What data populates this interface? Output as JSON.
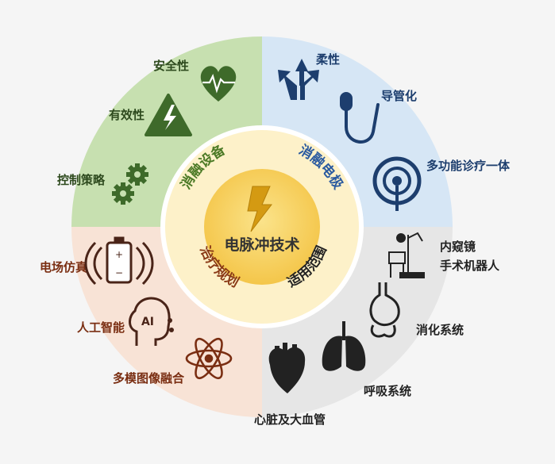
{
  "center": {
    "title": "电脉冲技术"
  },
  "ring": {
    "ablation_device": "消融设备",
    "ablation_electrode": "消融电极",
    "treatment_planning": "治疗规划",
    "application_scope": "适用范围"
  },
  "quadrants": {
    "device": {
      "color": "#c7e0b0",
      "text_color": "#2e4a1e",
      "items": [
        "安全性",
        "有效性",
        "控制策略"
      ]
    },
    "electrode": {
      "color": "#d6e6f5",
      "text_color": "#1d3e6e",
      "items": [
        "柔性",
        "导管化",
        "多功能诊疗一体"
      ]
    },
    "planning": {
      "color": "#f8e3d6",
      "text_color": "#7a2e12",
      "items": [
        "电场仿真",
        "人工智能",
        "多模图像融合"
      ]
    },
    "scope": {
      "color": "#e6e6e6",
      "text_color": "#222222",
      "items": [
        "内窥镜\n手术机器人",
        "消化系统",
        "呼吸系统",
        "心脏及大血管"
      ]
    }
  },
  "icons": {
    "safety": "heart-pulse-icon",
    "effectiveness": "warning-triangle-icon",
    "control": "gears-icon",
    "flexibility": "branch-arrows-icon",
    "catheter": "catheter-icon",
    "multifunction": "signal-icon",
    "field_sim": "battery-field-icon",
    "ai": "ai-head-icon",
    "image_fusion": "atom-icon",
    "robot": "surgical-robot-icon",
    "digestive": "stomach-icon",
    "respiratory": "lungs-icon",
    "cardio": "heart-icon",
    "center": "lightning-icon"
  }
}
